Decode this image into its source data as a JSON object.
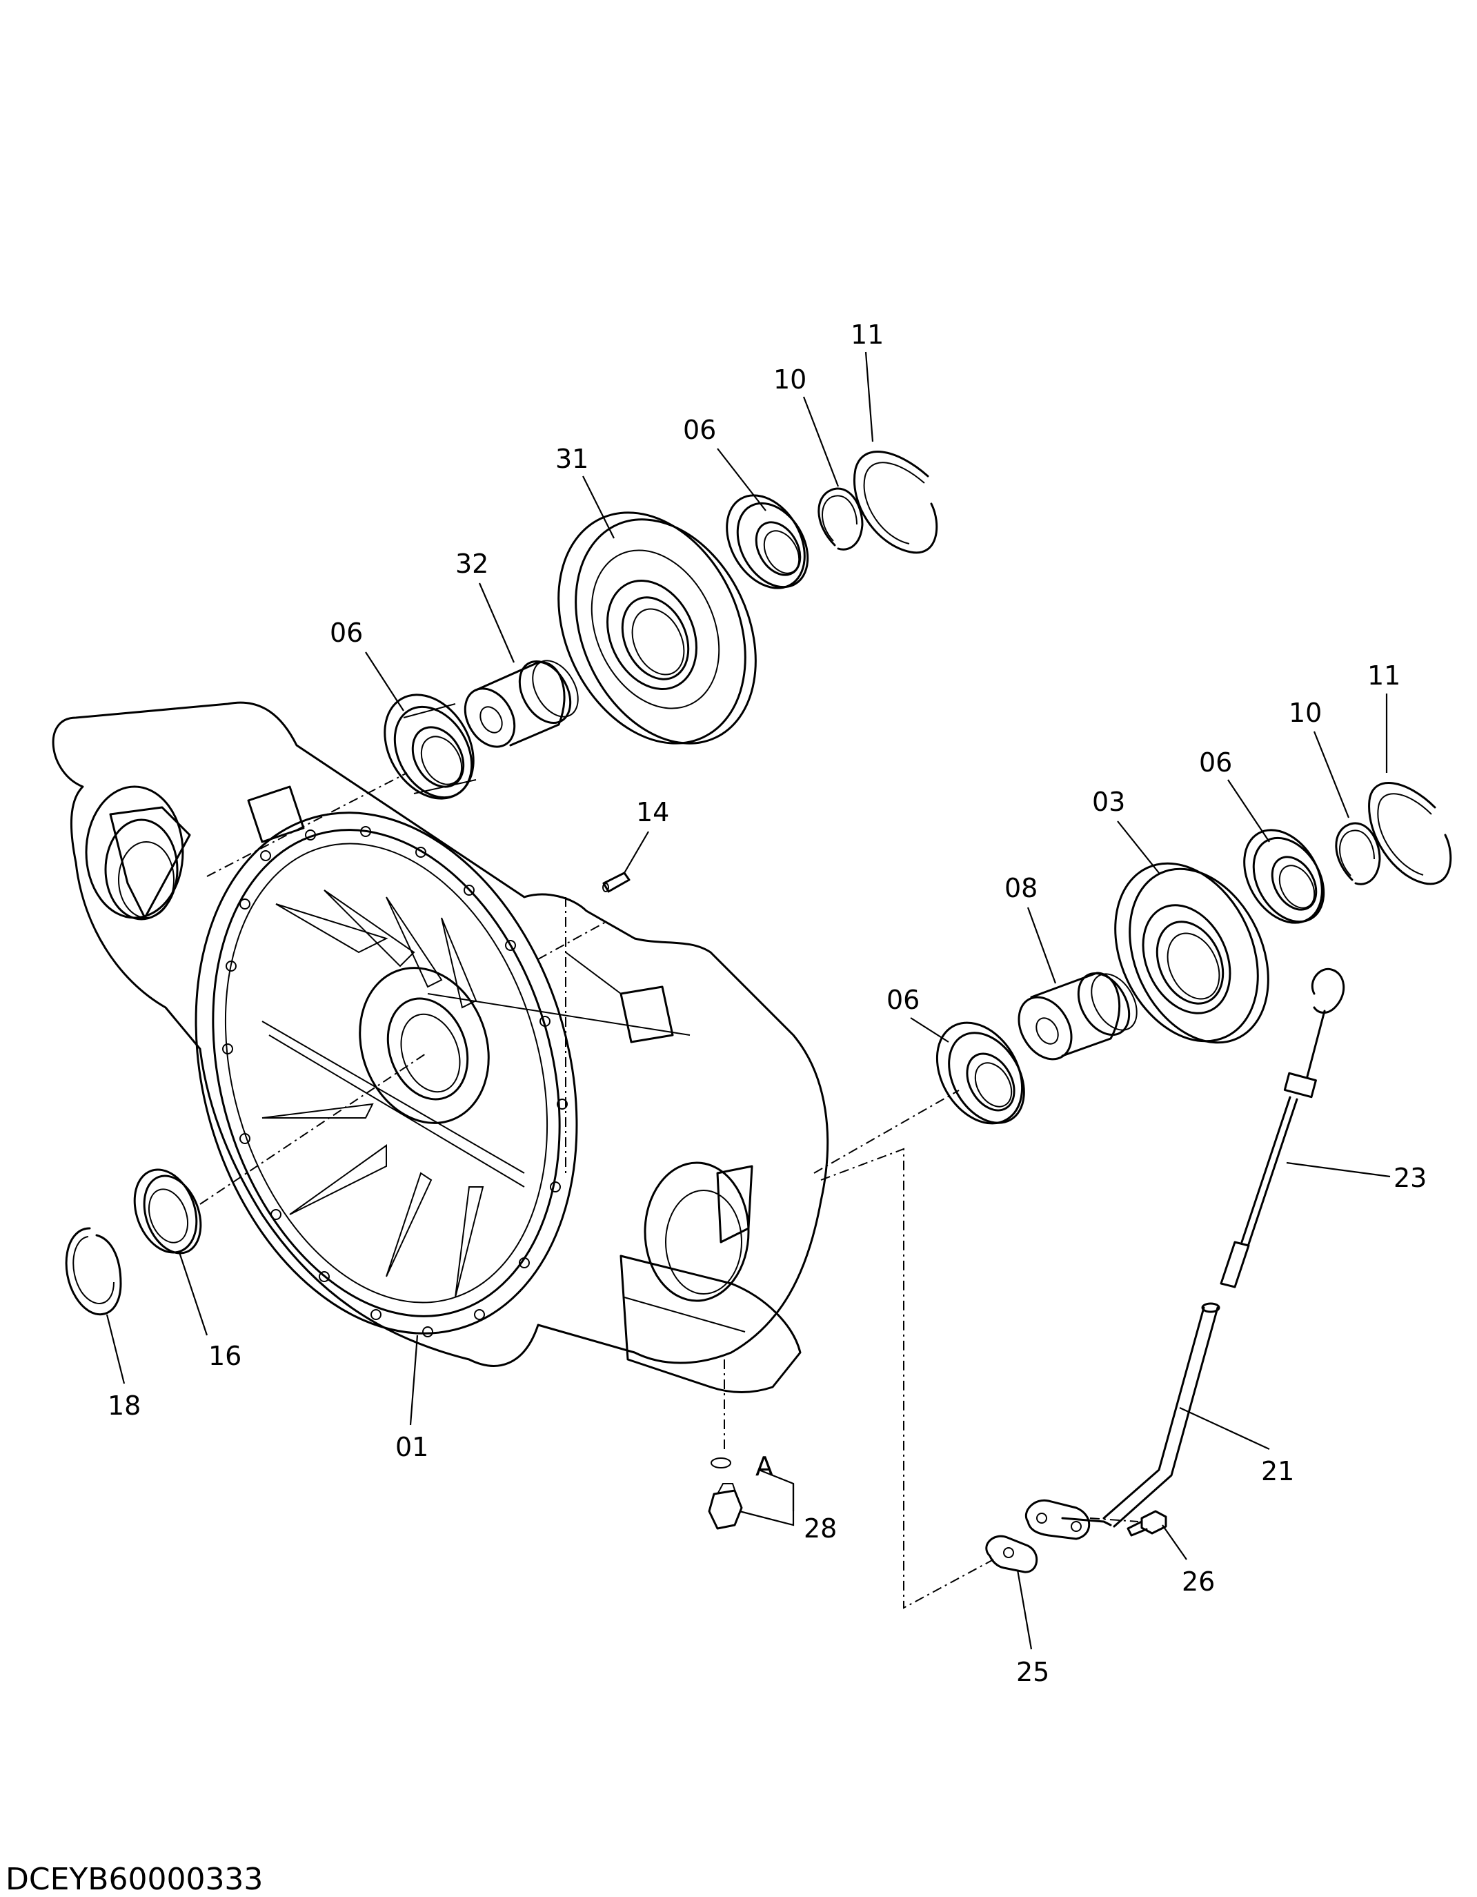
{
  "drawing": {
    "document_id": "DCEYB60000333",
    "callouts": [
      "11",
      "10",
      "06",
      "31",
      "32",
      "06",
      "14",
      "11",
      "10",
      "06",
      "03",
      "08",
      "06",
      "23",
      "16",
      "18",
      "01",
      "A",
      "28",
      "21",
      "26",
      "25"
    ]
  }
}
